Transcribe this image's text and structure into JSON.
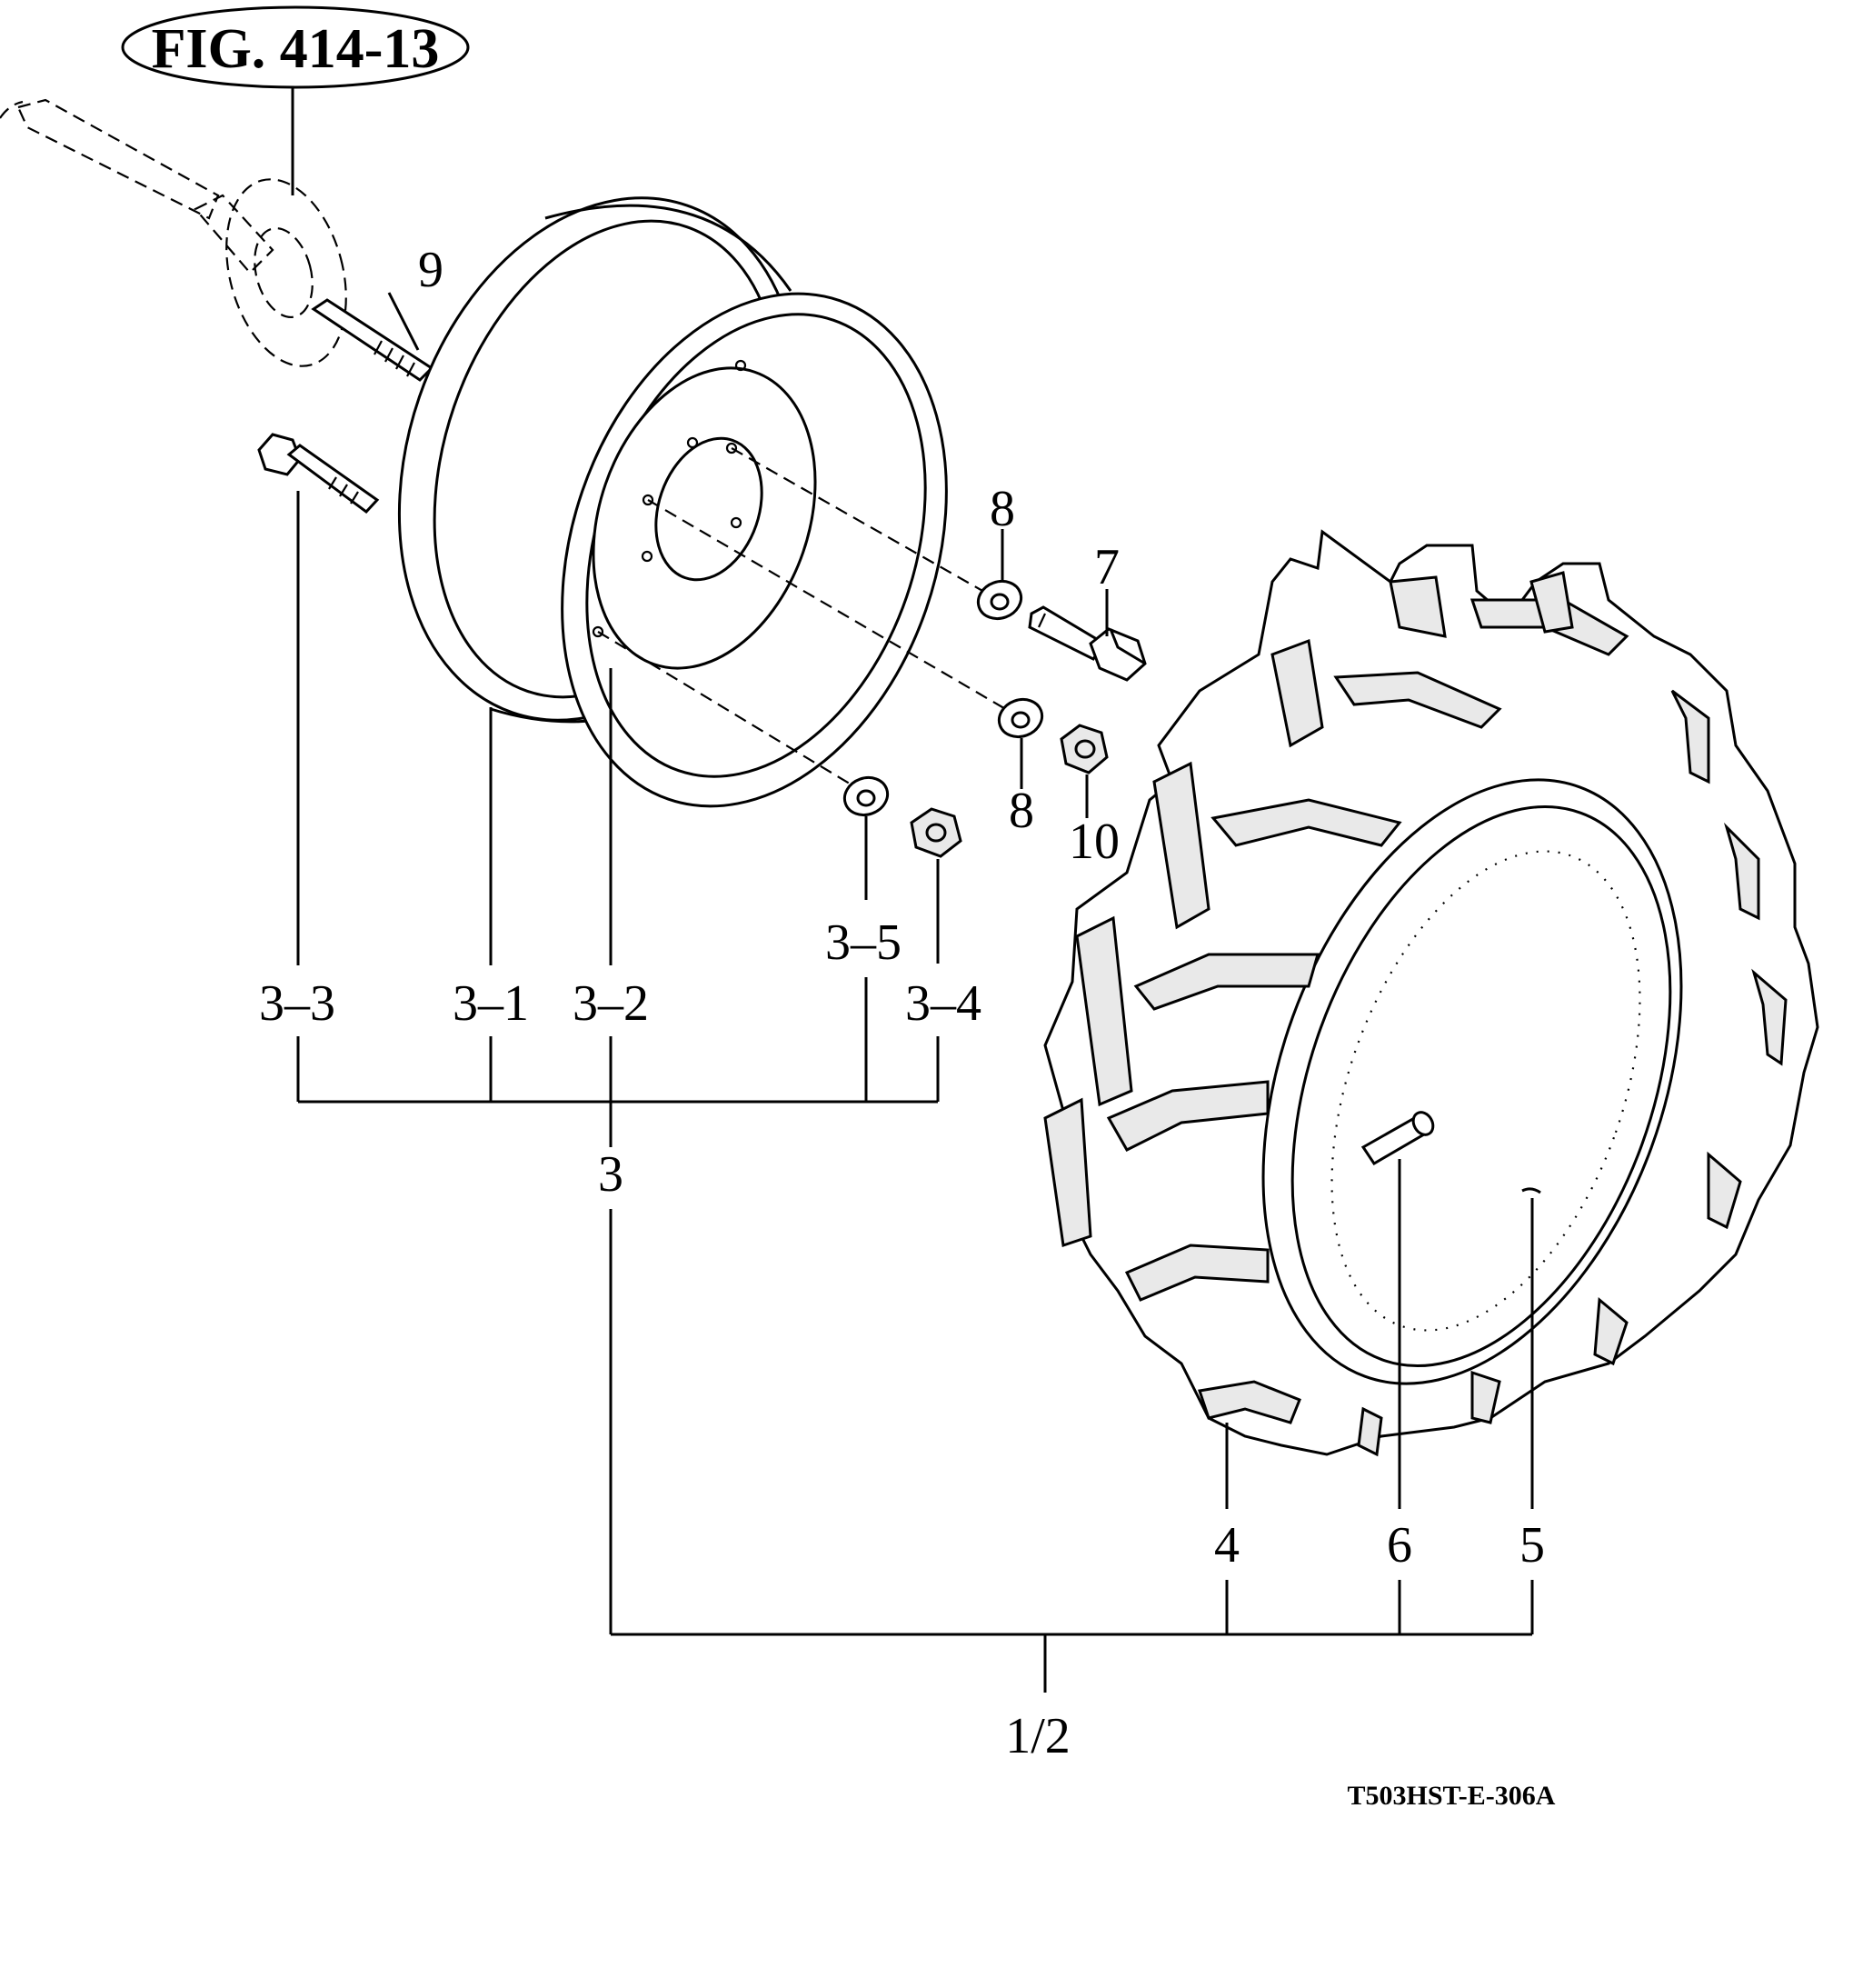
{
  "figure_reference": "FIG. 414-13",
  "drawing_number": "T503HST-E-306A",
  "callouts": {
    "c9": "9",
    "c8a": "8",
    "c7": "7",
    "c8b": "8",
    "c10": "10",
    "c3_5": "3–5",
    "c3_3": "3–3",
    "c3_1": "3–1",
    "c3_2": "3–2",
    "c3_4": "3–4",
    "c3": "3",
    "c4": "4",
    "c6": "6",
    "c5": "5",
    "c1_2": "1/2"
  }
}
